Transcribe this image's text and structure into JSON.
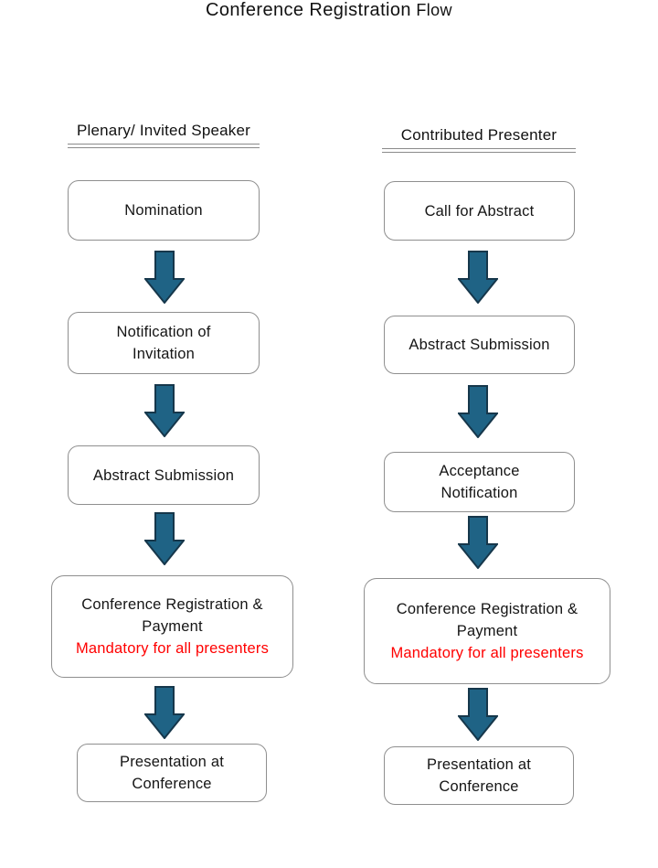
{
  "title": {
    "main": "Conference Registration",
    "suffix": " Flow"
  },
  "left_column": {
    "header": "Plenary/ Invited Speaker",
    "steps": {
      "s1": "Nomination",
      "s2": "Notification of\nInvitation",
      "s3": "Abstract Submission",
      "s4": "Conference Registration &\nPayment",
      "s4_note": "Mandatory for all presenters",
      "s5": "Presentation at\nConference"
    }
  },
  "right_column": {
    "header": "Contributed Presenter",
    "steps": {
      "s1": "Call for Abstract",
      "s2": "Abstract Submission",
      "s3": "Acceptance\nNotification",
      "s4": "Conference Registration &\nPayment",
      "s4_note": "Mandatory for all presenters",
      "s5": "Presentation at\nConference"
    }
  },
  "icons": {
    "flow_connector": "down-arrow-icon"
  },
  "colors": {
    "arrow_fill": "#1F6385",
    "arrow_stroke": "#16374B",
    "box_border": "#8F8F8F",
    "note_red": "#FF0000",
    "text": "#1C1C1C",
    "underline": "#8A8A8A"
  }
}
